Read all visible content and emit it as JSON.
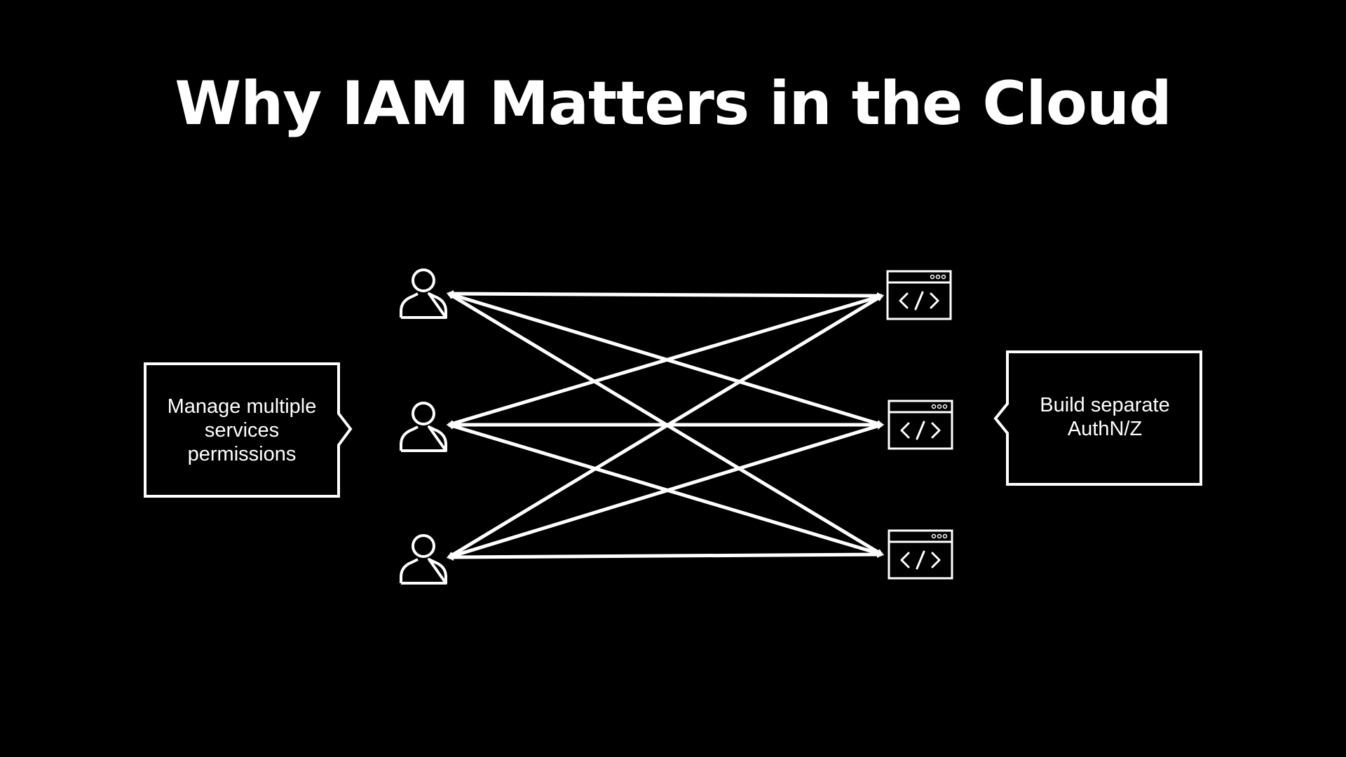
{
  "title": "Why IAM Matters in the Cloud",
  "diagram": {
    "users": [
      {
        "icon": "user-icon"
      },
      {
        "icon": "user-icon"
      },
      {
        "icon": "user-icon"
      }
    ],
    "services": [
      {
        "icon": "code-window-icon"
      },
      {
        "icon": "code-window-icon"
      },
      {
        "icon": "code-window-icon"
      }
    ],
    "connections": "every user connects to every service with a two-way arrow",
    "left_callout": {
      "text": "Manage multiple\nservices\npermissions"
    },
    "right_callout": {
      "text": "Build separate\nAuthN/Z"
    }
  },
  "colors": {
    "background": "#000000",
    "foreground": "#ffffff"
  }
}
